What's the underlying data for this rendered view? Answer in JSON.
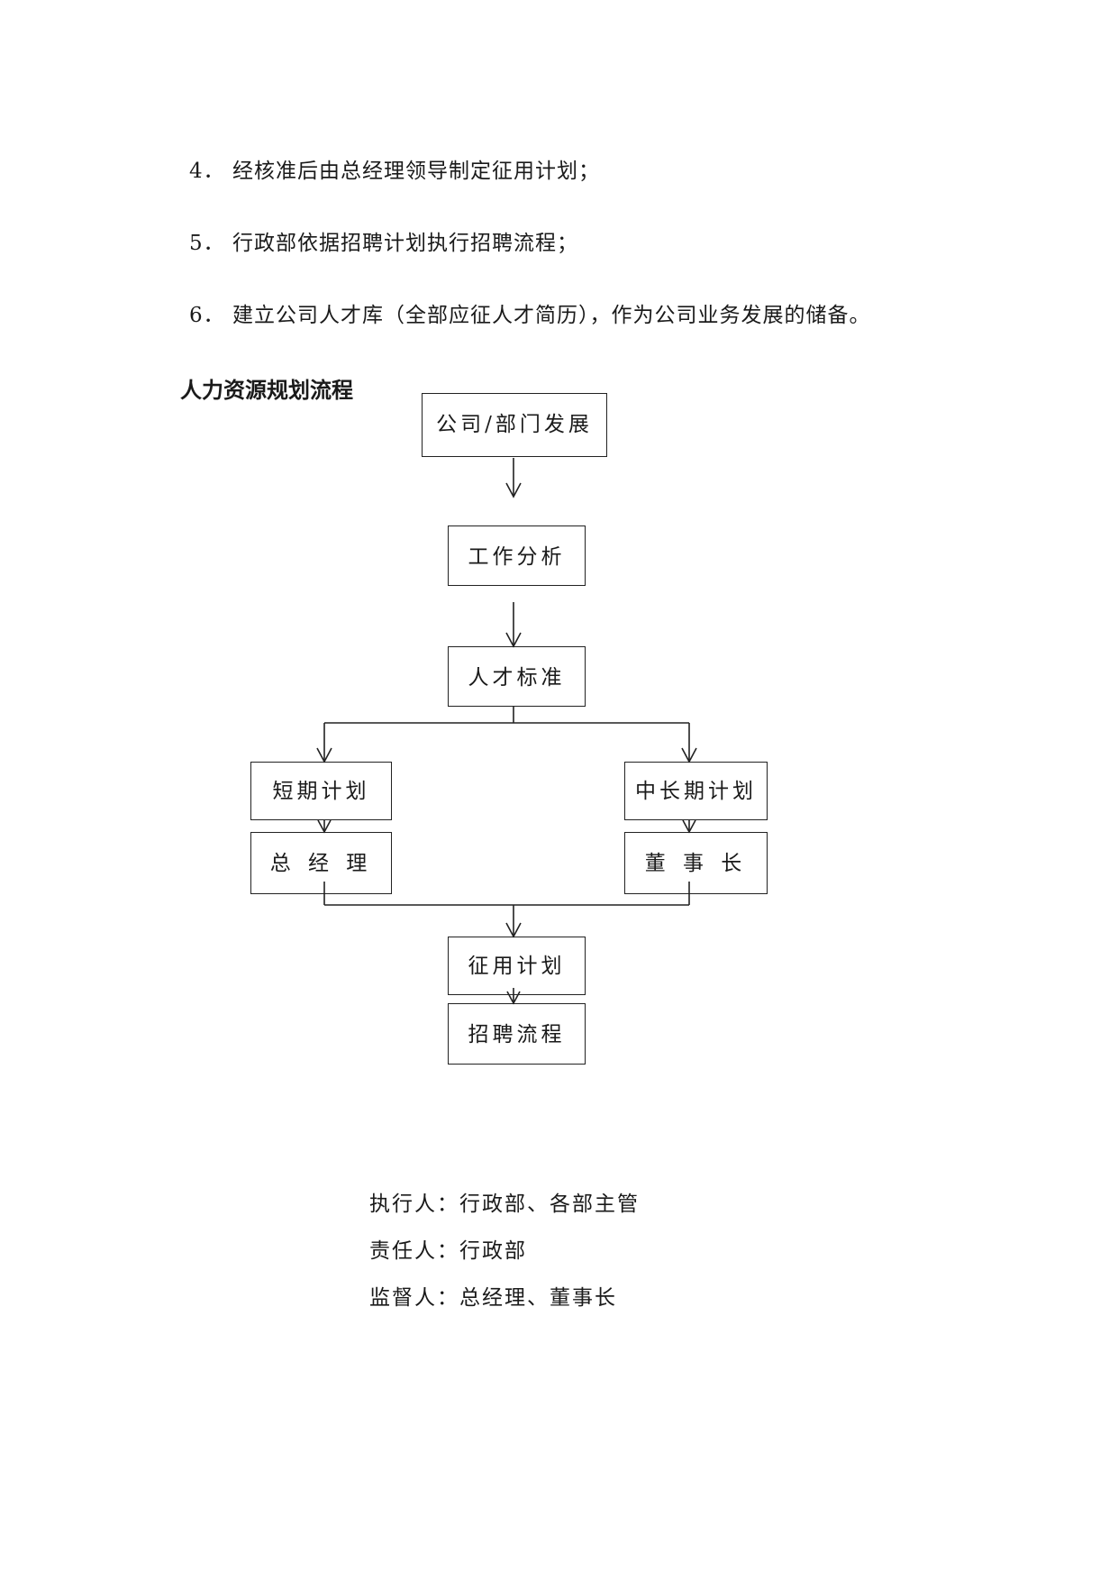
{
  "list": [
    {
      "number": "4．",
      "text": "经核准后由总经理领导制定征用计划；"
    },
    {
      "number": "5．",
      "text": "行政部依据招聘计划执行招聘流程；"
    },
    {
      "number": "6．",
      "text": "建立公司人才库（全部应征人才简历），作为公司业务发展的储备。"
    }
  ],
  "section_title": "人力资源规划流程",
  "flowchart": {
    "nodes": {
      "company_dev": "公司/部门发展",
      "job_analysis": "工作分析",
      "talent_standard": "人才标准",
      "short_term_plan": "短期计划",
      "general_manager": "总 经 理",
      "mid_long_term_plan": "中长期计划",
      "chairman": "董 事 长",
      "recruitment_plan": "征用计划",
      "recruitment_process": "招聘流程"
    },
    "edges": [
      [
        "company_dev",
        "job_analysis"
      ],
      [
        "job_analysis",
        "talent_standard"
      ],
      [
        "talent_standard",
        "short_term_plan"
      ],
      [
        "talent_standard",
        "mid_long_term_plan"
      ],
      [
        "short_term_plan",
        "general_manager"
      ],
      [
        "mid_long_term_plan",
        "chairman"
      ],
      [
        "general_manager",
        "recruitment_plan"
      ],
      [
        "chairman",
        "recruitment_plan"
      ],
      [
        "recruitment_plan",
        "recruitment_process"
      ]
    ]
  },
  "roles": {
    "executor": "执行人：行政部、各部主管",
    "responsible": "责任人：行政部",
    "supervisor": "监督人：总经理、董事长"
  }
}
